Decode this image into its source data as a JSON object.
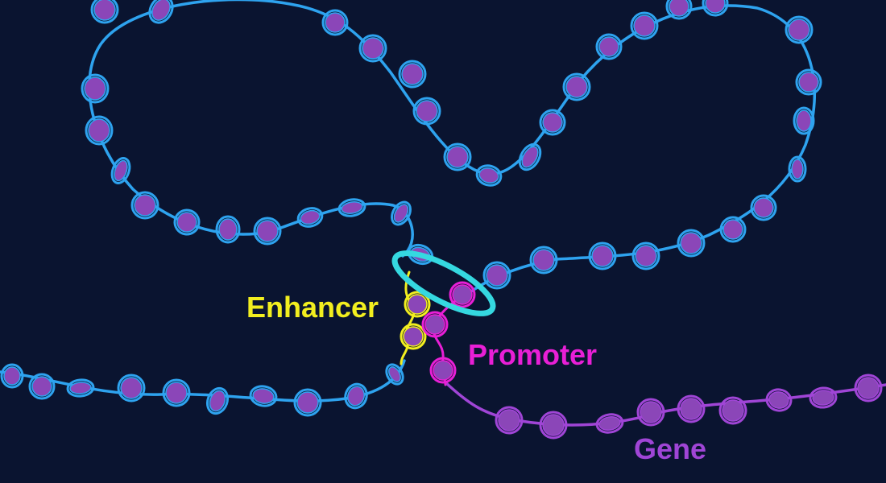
{
  "labels": {
    "enhancer": "Enhancer",
    "promoter": "Promoter",
    "gene": "Gene"
  },
  "colors": {
    "background": "#0a1430",
    "dna_strand": "#2ea3ef",
    "nucleosome_fill": "#8b46b8",
    "enhancer": "#f2ee1f",
    "promoter": "#e81fd6",
    "gene": "#a045d6",
    "cohesin_ring": "#35d8e0"
  },
  "icons": {
    "cohesin_ring": "cohesin-ring-icon",
    "nucleosome": "nucleosome-icon"
  }
}
